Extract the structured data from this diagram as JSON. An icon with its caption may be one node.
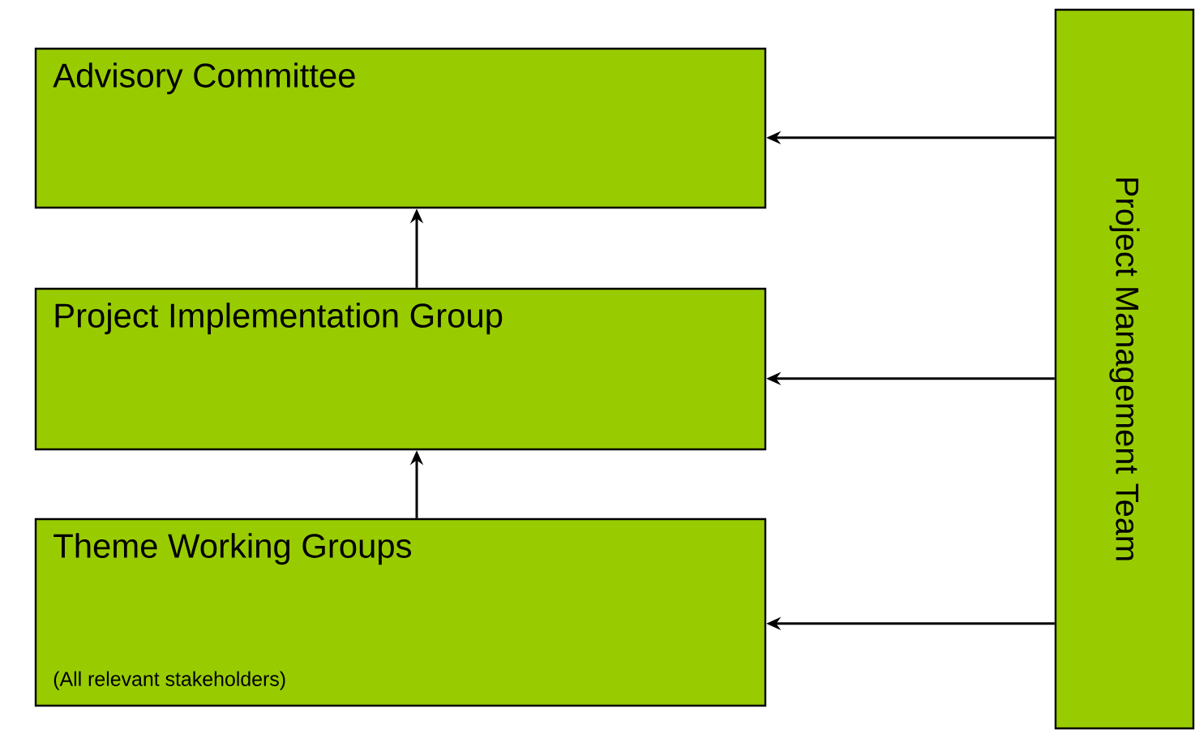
{
  "diagram": {
    "nodes": [
      {
        "text": [
          "Advisory Committee"
        ]
      },
      {
        "text": [
          "Project Implementation Group"
        ]
      },
      {
        "text": [
          "Theme Working Groups",
          "(All relevant stakeholders)"
        ]
      },
      {
        "text": [
          "Project Management Team"
        ]
      }
    ],
    "edges": [
      {
        "from": 1,
        "to": 0,
        "arrow": "to"
      },
      {
        "from": 2,
        "to": 1,
        "arrow": "to"
      },
      {
        "from": 3,
        "to": 0,
        "arrow": "to"
      },
      {
        "from": 3,
        "to": 1,
        "arrow": "to"
      },
      {
        "from": 3,
        "to": 2,
        "arrow": "to"
      }
    ]
  }
}
